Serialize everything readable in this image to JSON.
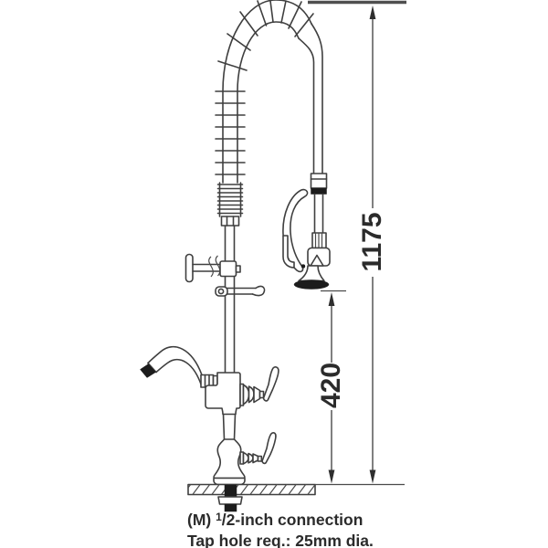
{
  "figure": {
    "type": "technical-line-drawing",
    "subject": "pre-rinse-faucet-unit",
    "dimensions": {
      "overall_height_label": "1175",
      "spout_clearance_label": "420"
    },
    "caption": {
      "connection_prefix": "(M) ",
      "connection_fraction_numerator": "1",
      "connection_rest": "/2-inch connection",
      "tap_hole": "Tap hole req.: 25mm dia."
    },
    "colors": {
      "line": "#3f3f3f",
      "dark_fill": "#1c1c1c",
      "text": "#2b2b2b",
      "background": "#ffffff"
    }
  }
}
